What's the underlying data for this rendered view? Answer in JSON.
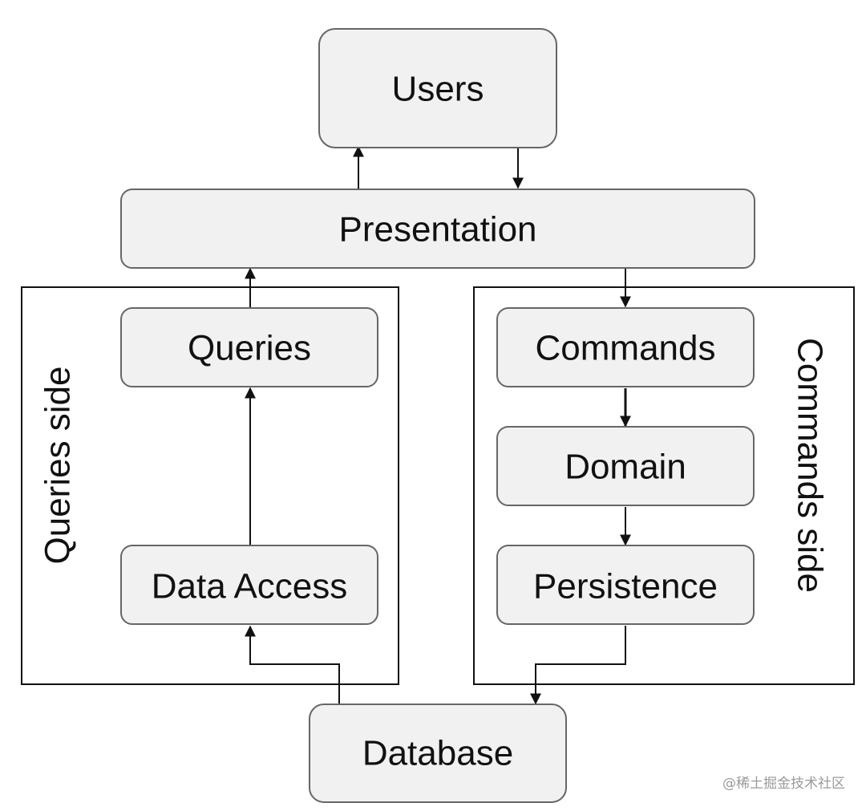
{
  "nodes": {
    "users": "Users",
    "presentation": "Presentation",
    "queries": "Queries",
    "data_access": "Data Access",
    "commands": "Commands",
    "domain": "Domain",
    "persistence": "Persistence",
    "database": "Database"
  },
  "groups": {
    "queries_side": "Queries side",
    "commands_side": "Commands side"
  },
  "watermark": "@稀土掘金技术社区",
  "colors": {
    "node_fill": "#f1f1f1",
    "node_stroke": "#666666",
    "line": "#111111"
  }
}
